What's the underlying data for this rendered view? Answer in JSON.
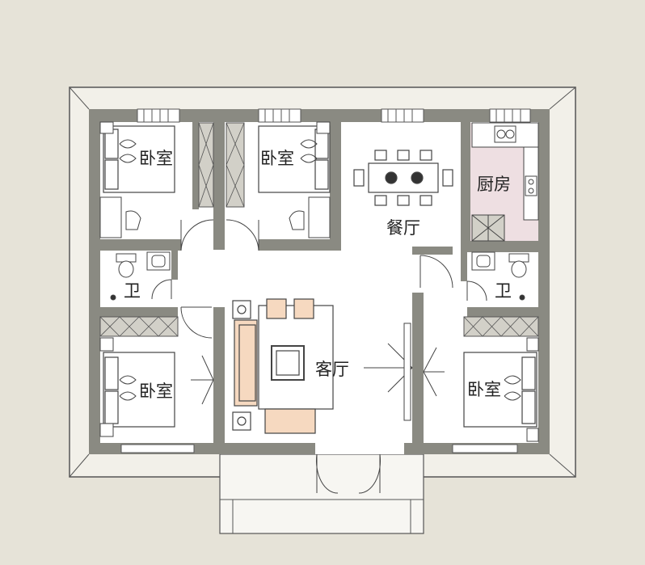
{
  "rooms": {
    "bedroom_top_left": "卧室",
    "bedroom_top_middle": "卧室",
    "dining_room": "餐厅",
    "kitchen": "厨房",
    "bathroom_left": "卫",
    "bathroom_right": "卫",
    "living_room": "客厅",
    "bedroom_bottom_left": "卧室",
    "bedroom_bottom_right": "卧室"
  },
  "colors": {
    "background": "#e6e3d8",
    "wall": "#8a8a82",
    "floor": "#ffffff",
    "kitchen_floor": "#eedfe2",
    "roof_eave": "#f2f0e9",
    "sofa": "#f6d9c0",
    "wardrobe": "#d2d0c8"
  }
}
